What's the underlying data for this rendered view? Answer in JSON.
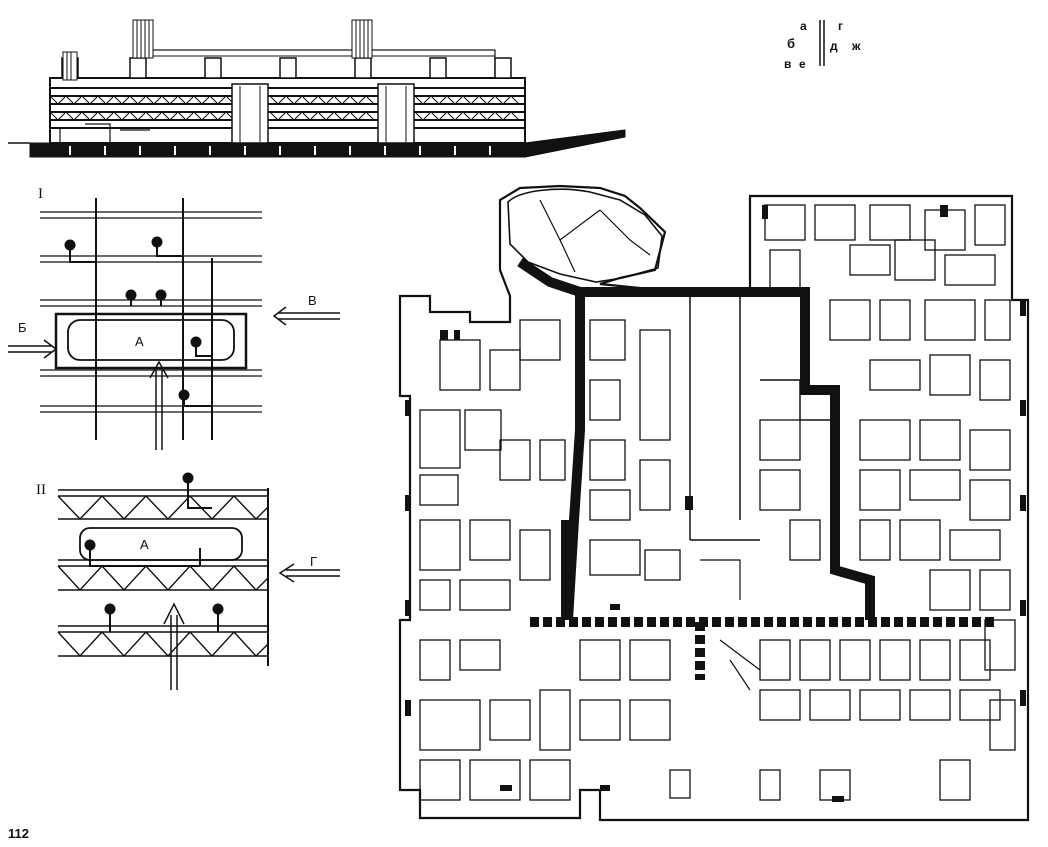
{
  "page_number": "112",
  "legend": {
    "a": "а",
    "b": "б",
    "v": "в",
    "e": "е",
    "g": "г",
    "d": "д",
    "zh": "ж"
  },
  "diagram_I": {
    "roman": "I",
    "block_label": "А",
    "arrow_left_label": "Б",
    "arrow_right_label": "В"
  },
  "diagram_II": {
    "roman": "II",
    "block_label": "А",
    "arrow_right_label": "Г"
  },
  "colors": {
    "ink": "#111111",
    "paper": "#ffffff"
  }
}
